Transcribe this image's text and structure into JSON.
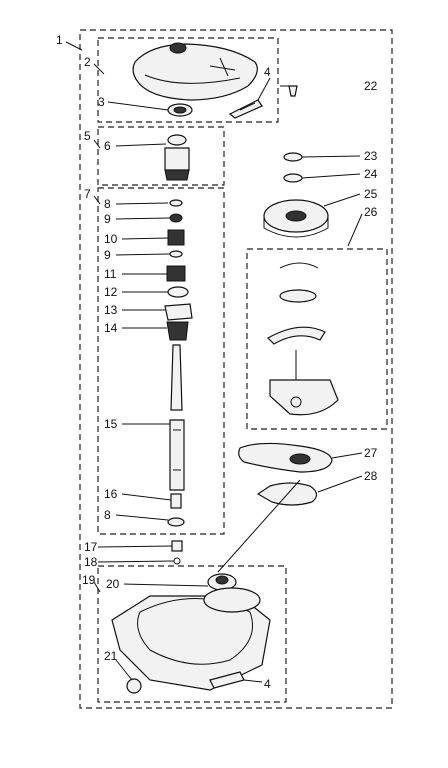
{
  "diagram": {
    "labels": {
      "l1": "1",
      "l2": "2",
      "l3": "3",
      "l4a": "4",
      "l4b": "4",
      "l5": "5",
      "l6": "6",
      "l7": "7",
      "l8a": "8",
      "l8b": "8",
      "l9a": "9",
      "l9b": "9",
      "l10": "10",
      "l11": "11",
      "l12": "12",
      "l13": "13",
      "l14": "14",
      "l15": "15",
      "l16": "16",
      "l17": "17",
      "l18": "18",
      "l19": "19",
      "l20": "20",
      "l21": "21",
      "l22": "22",
      "l23": "23",
      "l24": "24",
      "l25": "25",
      "l26": "26",
      "l27": "27",
      "l28": "28"
    }
  }
}
